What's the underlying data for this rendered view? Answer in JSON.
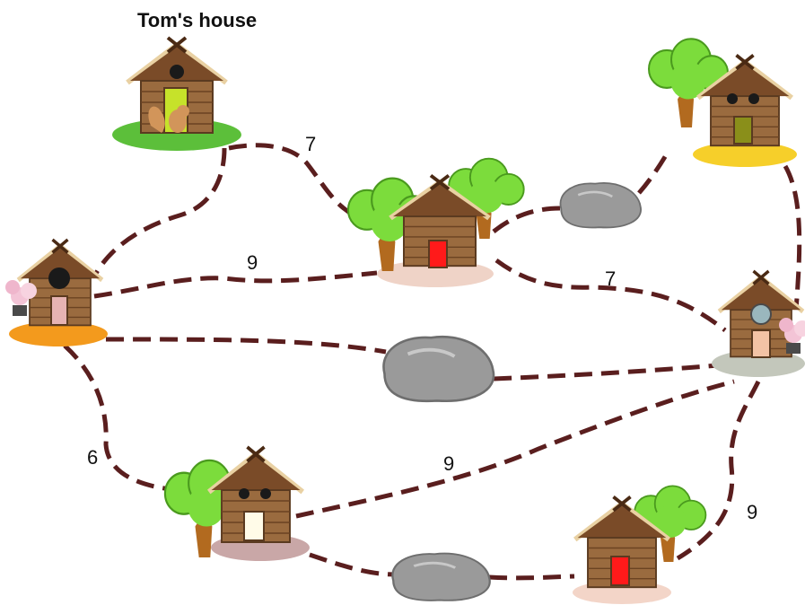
{
  "title": "Tom's house",
  "houses": [
    {
      "id": "toms-house",
      "door_color": "#c6e22a",
      "window": "round-dark",
      "ground": "#5cbf3a",
      "tree": false,
      "extra": "squirrel"
    },
    {
      "id": "left-house",
      "door_color": "#e6b3b3",
      "window": "round-dark",
      "ground": "#f39a1d",
      "tree": false,
      "extra": "blossom"
    },
    {
      "id": "center-house",
      "door_color": "#ff1a1a",
      "window": "none",
      "ground": "#efd3c7",
      "tree": true,
      "extra": "two-trees"
    },
    {
      "id": "top-right-house",
      "door_color": "#8a8f1a",
      "window": "two-dark",
      "ground": "#f6cf2a",
      "tree": true,
      "extra": "tree-left"
    },
    {
      "id": "right-house",
      "door_color": "#f3c3a5",
      "window": "round-light",
      "ground": "#c3c7bb",
      "tree": false,
      "extra": "blossom"
    },
    {
      "id": "bottom-left-house",
      "door_color": "#fffbe8",
      "window": "two-dark",
      "ground": "#c9a7a7",
      "tree": true,
      "extra": "tree-left"
    },
    {
      "id": "bottom-right-house",
      "door_color": "#ff1a1a",
      "window": "none",
      "ground": "#f3d5c8",
      "tree": true,
      "extra": "tree-right"
    }
  ],
  "edge_labels": [
    "7",
    "9",
    "7",
    "6",
    "9",
    "9"
  ],
  "colors": {
    "path": "#5a1e1e",
    "wood": "#9a6b3f",
    "roof": "#7a4b28",
    "tree": "#7cdc3c",
    "trunk": "#b26a1f",
    "rock": "#9a9a9a"
  }
}
